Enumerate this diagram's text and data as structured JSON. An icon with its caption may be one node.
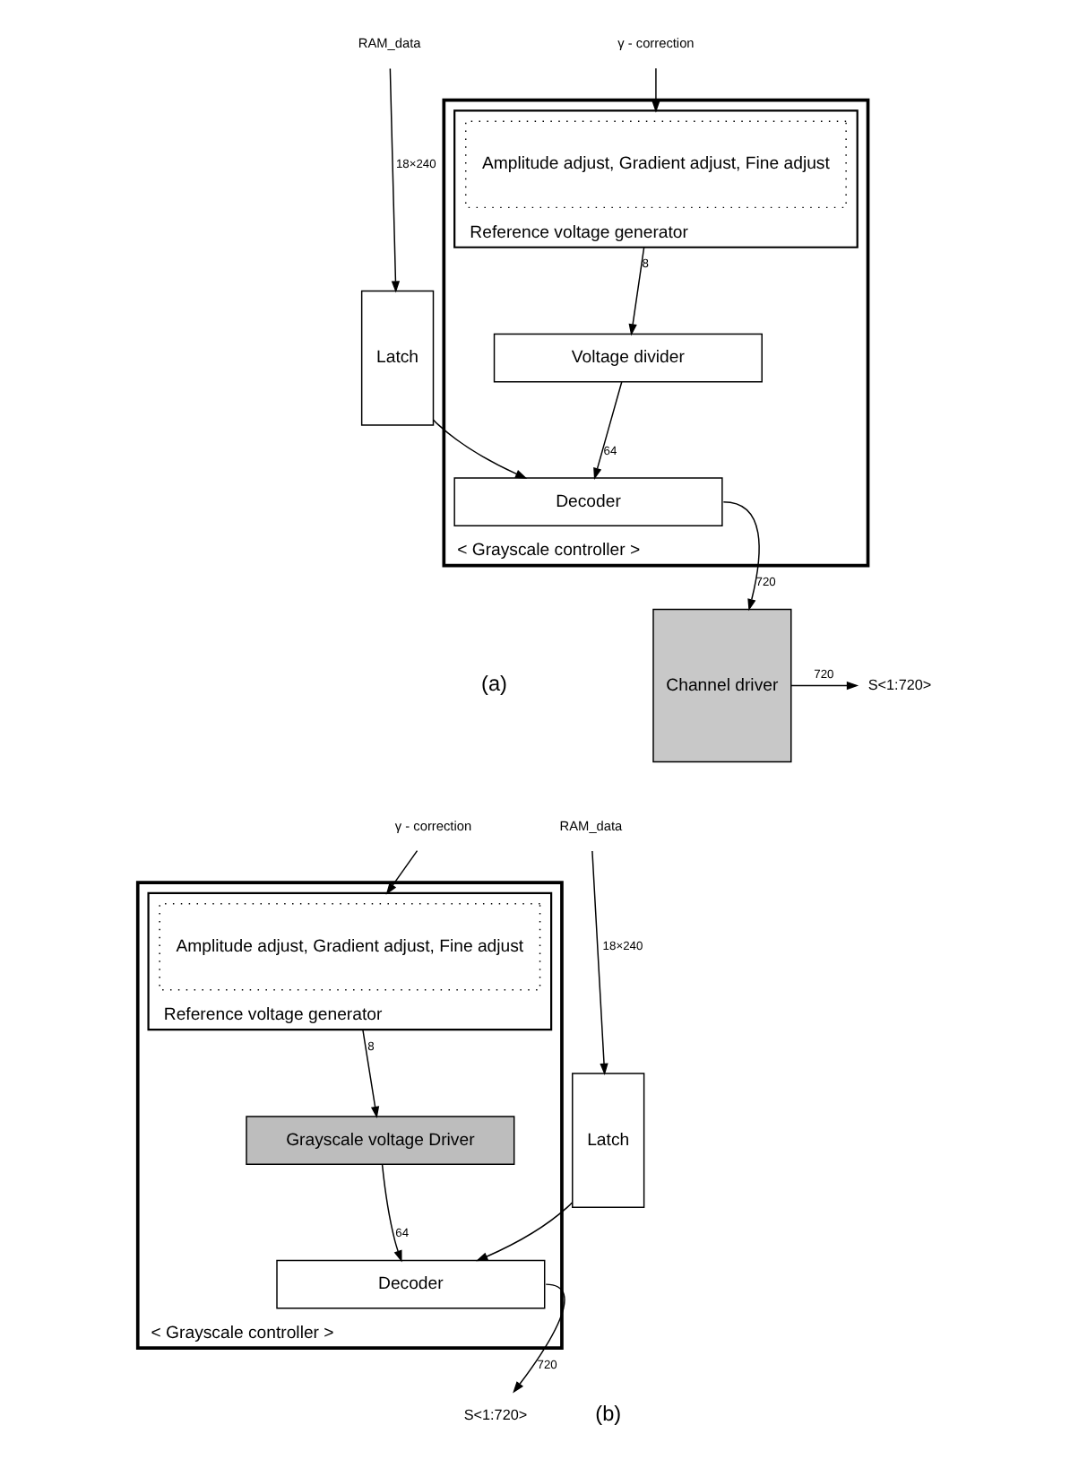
{
  "diagram": {
    "nodes": [
      {
        "text": [
          "< Grayscale controller >"
        ]
      },
      {
        "text": [
          "Reference voltage generator"
        ],
        "in": 0
      },
      {
        "text": [
          "Amplitude adjust, Gradient adjust, Fine adjust"
        ],
        "in": 1
      },
      {
        "text": [
          "Voltage divider"
        ],
        "in": 0
      },
      {
        "text": [
          "Decoder"
        ],
        "in": 0
      },
      {
        "text": [
          "Latch"
        ]
      },
      {
        "text": [
          "Channel driver"
        ]
      },
      {
        "text": [
          "γ - correction"
        ]
      },
      {
        "text": [
          "RAM_data"
        ]
      },
      {
        "text": [
          "S<1:720>"
        ]
      },
      {
        "text": [
          "< Grayscale controller >"
        ]
      },
      {
        "text": [
          "Reference voltage generator"
        ],
        "in": 10
      },
      {
        "text": [
          "Amplitude adjust, Gradient adjust, Fine adjust"
        ],
        "in": 11
      },
      {
        "text": [
          "Grayscale voltage Driver"
        ],
        "in": 10
      },
      {
        "text": [
          "Decoder"
        ],
        "in": 10
      },
      {
        "text": [
          "Latch"
        ]
      },
      {
        "text": [
          "γ - correction"
        ]
      },
      {
        "text": [
          "RAM_data"
        ]
      },
      {
        "text": [
          "S<1:720>"
        ]
      }
    ],
    "edges": [
      {
        "from": 7,
        "to": 1,
        "arrow": "to"
      },
      {
        "from": 8,
        "to": 5,
        "arrow": "to",
        "label": "18×240"
      },
      {
        "from": 1,
        "to": 3,
        "arrow": "to",
        "label": "8"
      },
      {
        "from": 3,
        "to": 4,
        "arrow": "to",
        "label": "64"
      },
      {
        "from": 5,
        "to": 4,
        "arrow": "to"
      },
      {
        "from": 4,
        "to": 6,
        "arrow": "to",
        "label": "720"
      },
      {
        "from": 6,
        "to": 9,
        "arrow": "to",
        "label": "720"
      },
      {
        "from": 16,
        "to": 11,
        "arrow": "to"
      },
      {
        "from": 17,
        "to": 15,
        "arrow": "to",
        "label": "18×240"
      },
      {
        "from": 11,
        "to": 13,
        "arrow": "to",
        "label": "8"
      },
      {
        "from": 13,
        "to": 14,
        "arrow": "to",
        "label": "64"
      },
      {
        "from": 15,
        "to": 14,
        "arrow": "to"
      },
      {
        "from": 14,
        "to": 18,
        "arrow": "to",
        "label": "720"
      }
    ],
    "labels": [
      "(a)",
      "(b)"
    ]
  }
}
